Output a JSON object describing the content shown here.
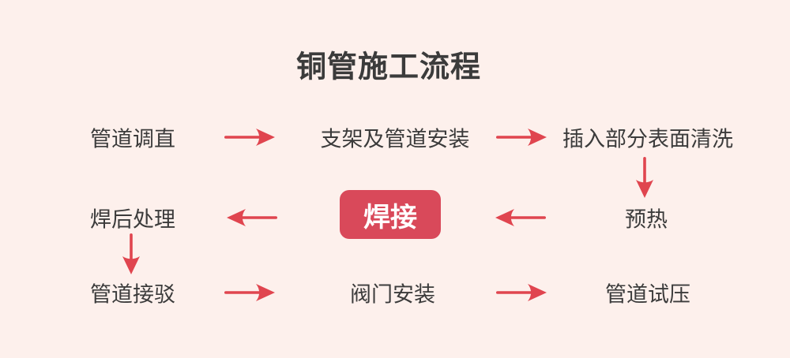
{
  "title": "铜管施工流程",
  "steps": [
    {
      "label": "管道调直"
    },
    {
      "label": "支架及管道安装"
    },
    {
      "label": "插入部分表面清洗"
    },
    {
      "label": "预热"
    },
    {
      "label": "焊接",
      "highlighted": true
    },
    {
      "label": "焊后处理"
    },
    {
      "label": "管道接驳"
    },
    {
      "label": "阀门安装"
    },
    {
      "label": "管道试压"
    }
  ],
  "theme": {
    "background": "#fdf0ec",
    "text_color": "#3b3b3b",
    "arrow_color": "#e0454f",
    "highlight_bg": "#d9495a",
    "highlight_text": "#ffffff"
  }
}
